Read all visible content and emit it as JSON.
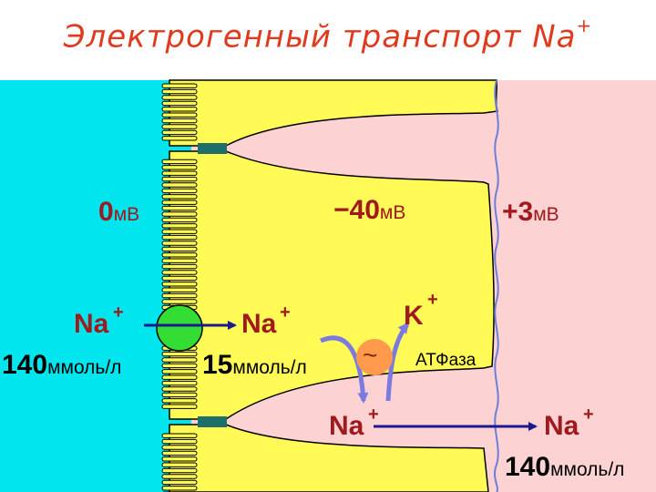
{
  "title": {
    "text": "Электрогенный транспорт Na",
    "sup": "+"
  },
  "compartments": {
    "lumen": {
      "potential": "0",
      "unit": "мВ",
      "ion": "Na",
      "ion_sup": "+",
      "conc": "140",
      "conc_unit": "ммоль/л",
      "color": "#00e5ee"
    },
    "cell": {
      "potential": "−40",
      "unit": "мВ",
      "ion": "Na",
      "ion_sup": "+",
      "conc": "15",
      "conc_unit": "ммоль/л",
      "color": "#fffa55"
    },
    "interstitium": {
      "potential": "+3",
      "unit": "мВ",
      "ion": "Na",
      "ion_sup": "+",
      "conc": "140",
      "conc_unit": "ммоль/л",
      "color": "#fcd2d2"
    }
  },
  "pump": {
    "ion_in": "Na",
    "ion_in_sup": "+",
    "ion_out": "K",
    "ion_out_sup": "+",
    "symbol": "~",
    "label": "АТФаза"
  },
  "colors": {
    "accent_title": "#e03a1e",
    "potential_text": "#a0191c",
    "arrow": "#1a1a8c",
    "pump_arrow": "#7a7ae0",
    "channel": "#33dd33",
    "junction": "#1e6e6a"
  }
}
